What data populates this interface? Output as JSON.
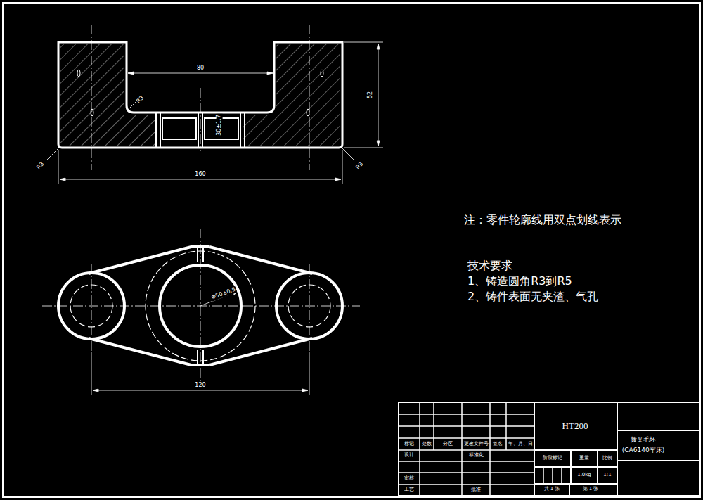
{
  "diagram": {
    "labels": [
      "80",
      "R3",
      "52",
      "30±1.7",
      "R3",
      "R3",
      "160",
      "Φ50±0.5",
      "120",
      "注：零件轮廓线用双点划线表示",
      "技术要求",
      "1、铸造圆角R3到R5",
      "2、铸件表面无夹渣、气孔",
      "标记",
      "处数",
      "分区",
      "更改文件号",
      "签名",
      "年、月、日",
      "设计",
      "标准化",
      "阶段标记",
      "重量",
      "比例",
      "审核",
      "工艺",
      "批准",
      "1.0kg",
      "1:1",
      "共 1 张",
      "第 1 张",
      "HT200",
      "拨叉毛坯",
      "(CA6140车床)"
    ]
  }
}
